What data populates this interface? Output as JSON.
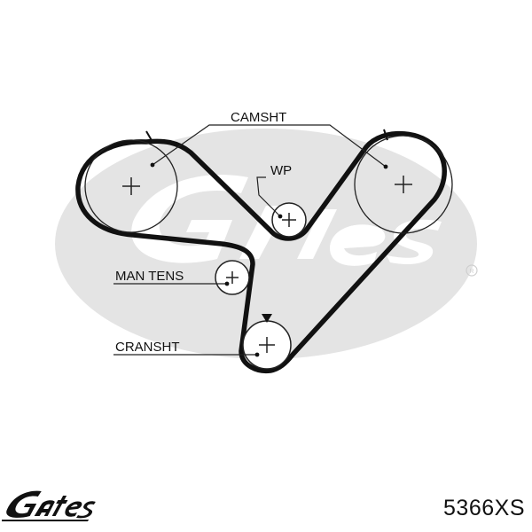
{
  "labels": {
    "camshaft": "CAMSHT",
    "water_pump": "WP",
    "manual_tensioner": "MAN TENS",
    "crankshaft": "CRANSHT"
  },
  "part_number": "5366XS",
  "brand": {
    "name": "Gates",
    "watermark_color": "#e4e4e4",
    "logo_color": "#111111"
  },
  "colors": {
    "belt": "#111111",
    "line": "#222222"
  }
}
